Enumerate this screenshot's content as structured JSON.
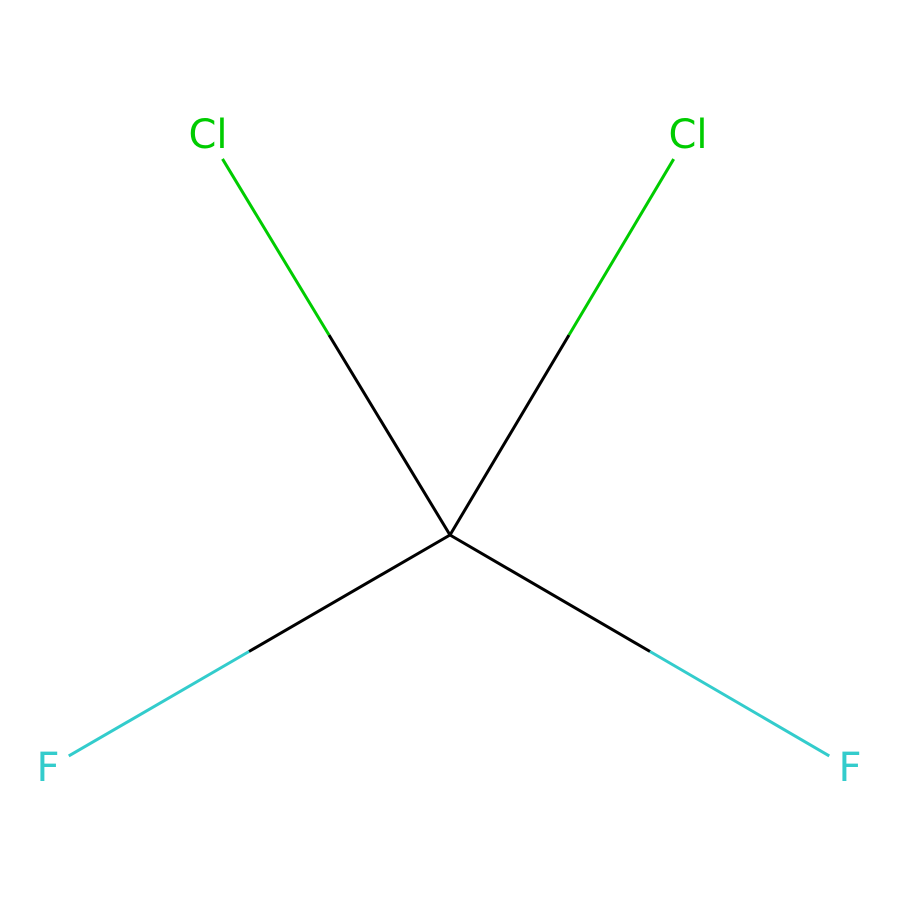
{
  "molecule": {
    "atoms": [
      {
        "id": "C1",
        "element": "C",
        "label": ""
      },
      {
        "id": "Cl1",
        "element": "Cl",
        "label": "Cl"
      },
      {
        "id": "Cl2",
        "element": "Cl",
        "label": "Cl"
      },
      {
        "id": "F1",
        "element": "F",
        "label": "F"
      },
      {
        "id": "F2",
        "element": "F",
        "label": "F"
      }
    ],
    "bonds": [
      {
        "from": "C1",
        "to": "Cl1",
        "order": 1
      },
      {
        "from": "C1",
        "to": "Cl2",
        "order": 1
      },
      {
        "from": "C1",
        "to": "F1",
        "order": 1
      },
      {
        "from": "C1",
        "to": "F2",
        "order": 1
      }
    ]
  },
  "colors": {
    "C": "#000000",
    "Cl": "#00CC00",
    "F": "#33CCCC",
    "background": "#FFFFFF"
  }
}
